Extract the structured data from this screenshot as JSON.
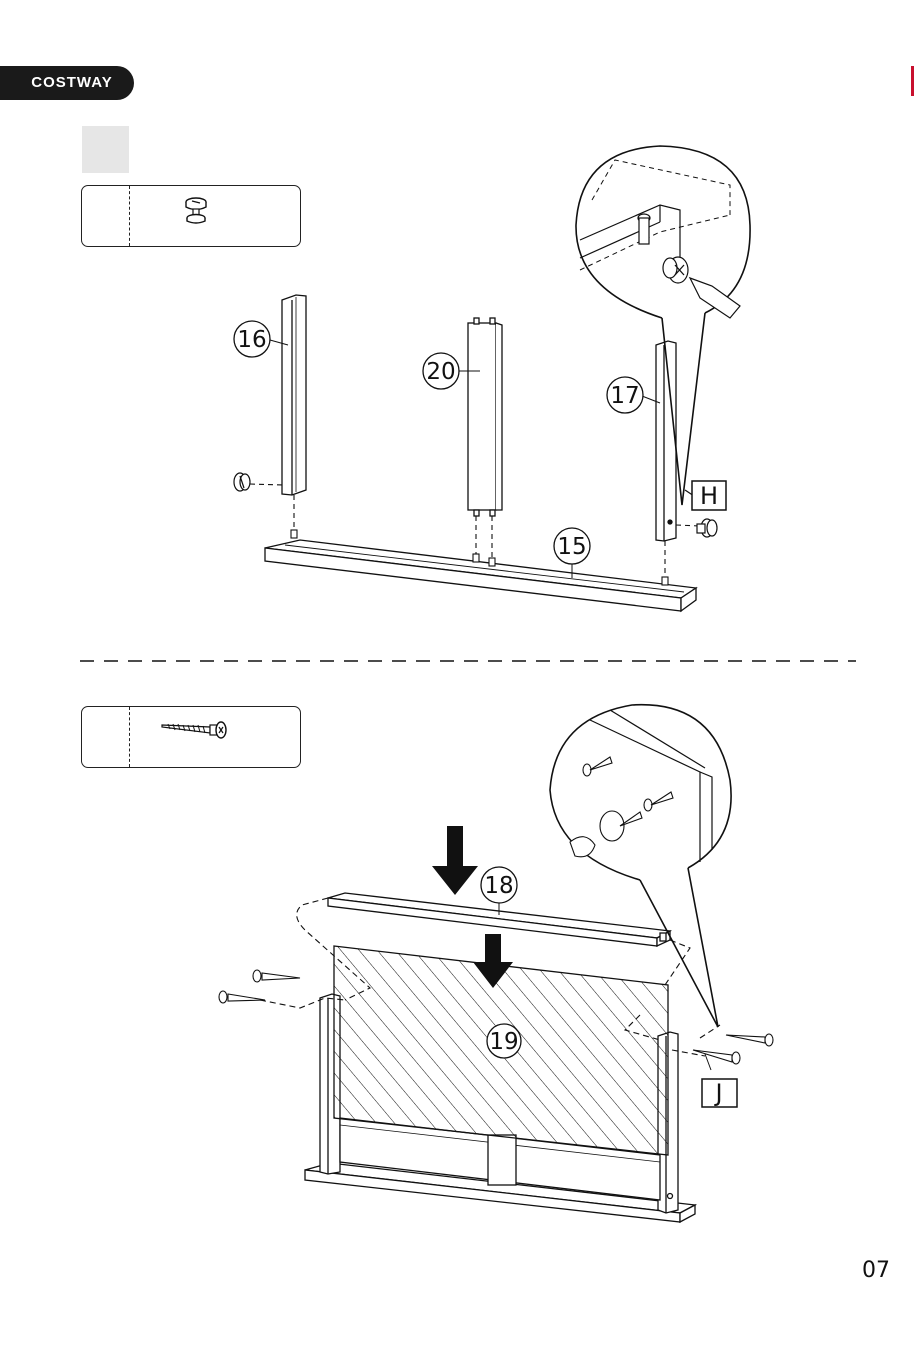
{
  "header": {
    "brand": "COSTWAY"
  },
  "steps": [
    {
      "hardware_letter": "H",
      "parts": [
        "16",
        "20",
        "17",
        "15"
      ]
    },
    {
      "hardware_letter": "J",
      "parts": [
        "18",
        "19"
      ]
    }
  ],
  "page_number": "07",
  "colors": {
    "ink": "#111111",
    "brand_bg": "#1a1a1a",
    "accent": "#c8102e",
    "step_box": "#e6e6e6"
  },
  "icons": {
    "cam_lock": "cam-lock-icon",
    "screw": "screw-icon"
  }
}
